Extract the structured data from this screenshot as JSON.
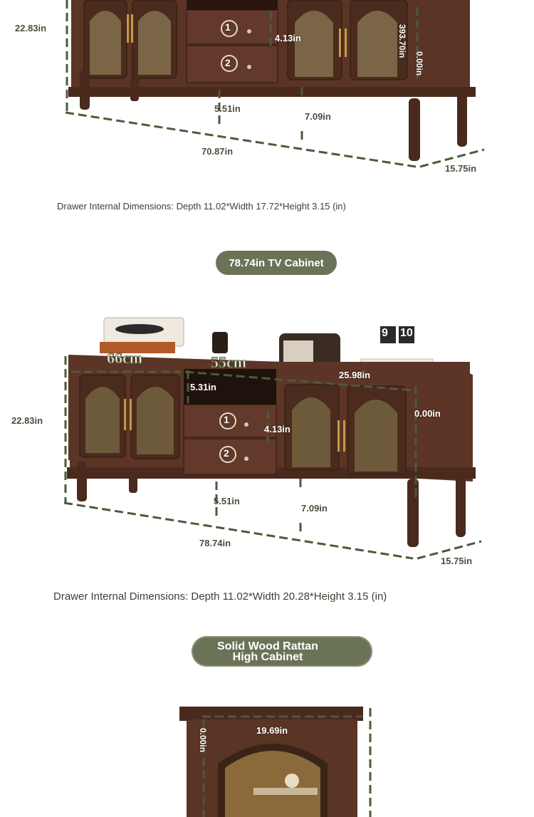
{
  "colors": {
    "wood": "#5a3424",
    "wood_dark": "#3f2218",
    "dash": "#4d5a3a",
    "pill": "#6b7357",
    "brass": "#c29a4a",
    "glass": "#6d5a3a"
  },
  "section1": {
    "height_label": "22.83in",
    "drawer_height_label": "4.13in",
    "inner_height_label": "393.70in",
    "inner_height2_label": "0.00in",
    "leg_label": "5.51in",
    "gap_label": "7.09in",
    "width_label": "70.87in",
    "depth_label": "15.75in",
    "drawer_num_1": "1",
    "drawer_num_2": "2",
    "caption": "Drawer Internal Dimensions: Depth 11.02*Width 17.72*Height 3.15 (in)"
  },
  "section2": {
    "title": "78.74in TV Cabinet",
    "height_label": "22.83in",
    "shelf_label": "5.31in",
    "drawer_height_label": "4.13in",
    "top_width_label": "25.98in",
    "right_label": "0.00in",
    "leg_label": "5.51in",
    "gap_label": "7.09in",
    "width_label": "78.74in",
    "depth_label": "15.75in",
    "cm_left": "66cm",
    "cm_mid": "55cm",
    "clock_digits": [
      "9",
      "10"
    ],
    "drawer_num_1": "1",
    "drawer_num_2": "2",
    "caption": "Drawer Internal Dimensions: Depth 11.02*Width 20.28*Height 3.15 (in)"
  },
  "section3": {
    "title_line1": "Solid Wood Rattan",
    "title_line2": "High Cabinet",
    "width_label": "19.69in",
    "left_label": "0.00in"
  }
}
